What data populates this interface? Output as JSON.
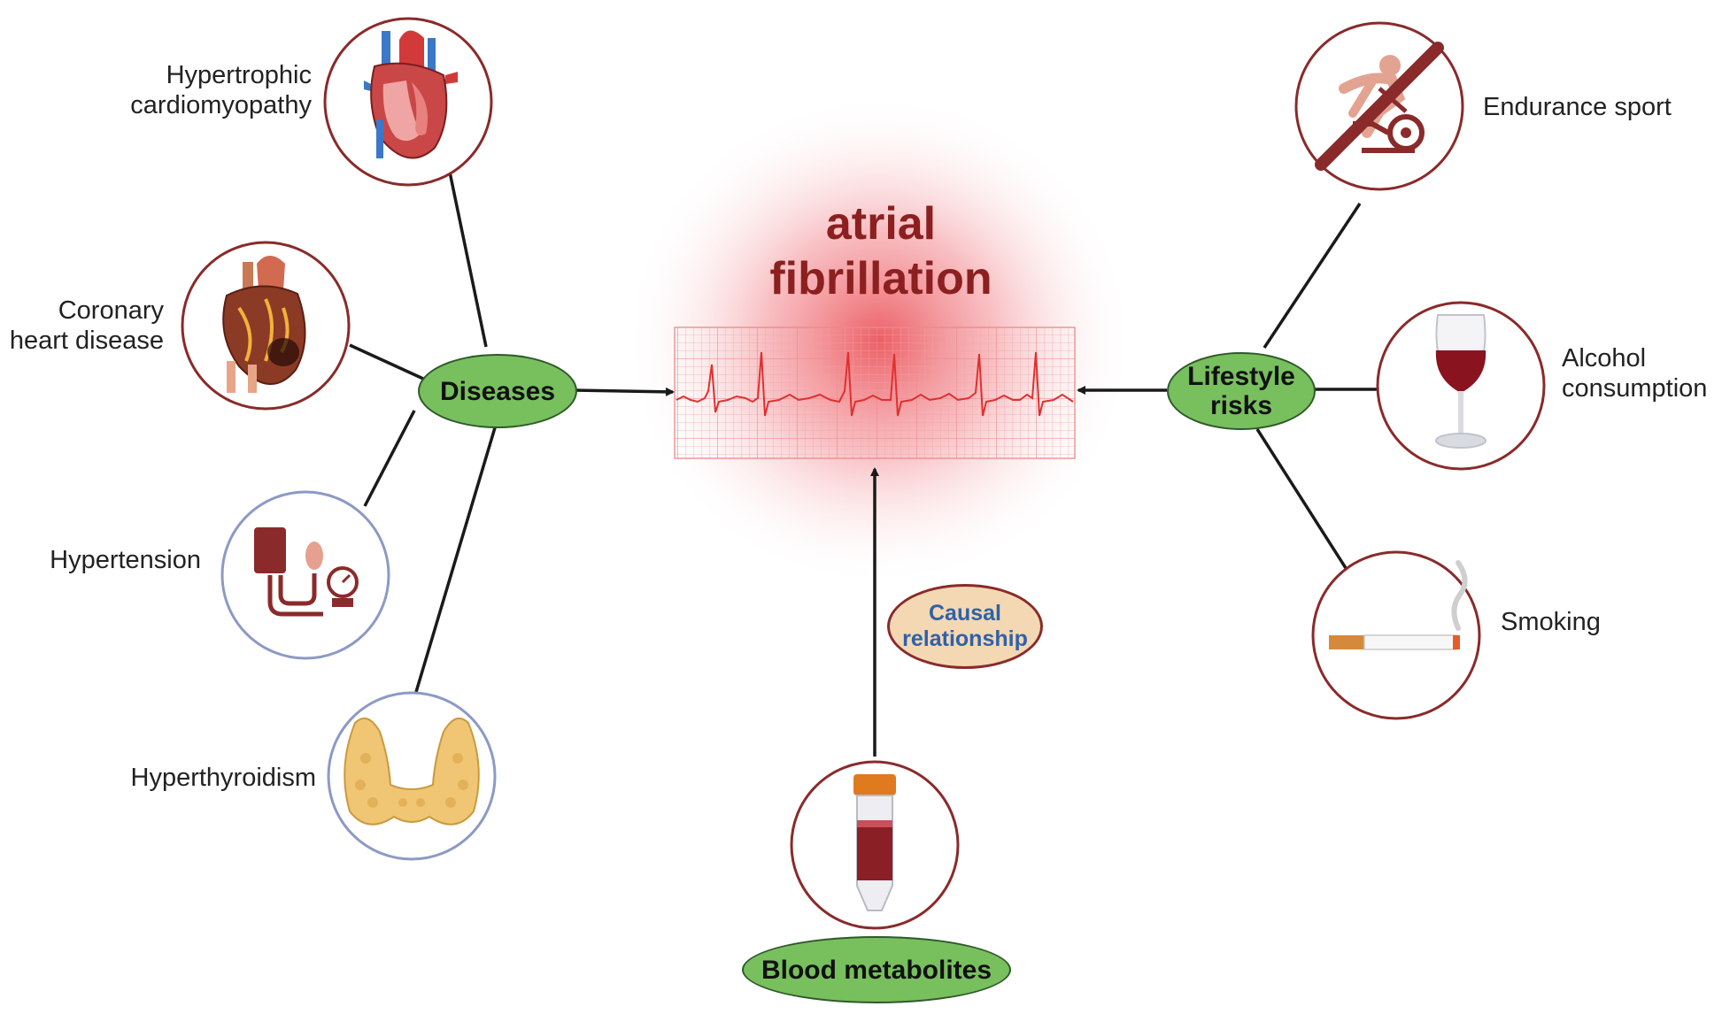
{
  "title": "atrial\nfibrillation",
  "hubs": {
    "diseases": "Diseases",
    "lifestyle": "Lifestyle\nrisks",
    "blood": "Blood metabolites"
  },
  "causal_label": "Causal\nrelationship",
  "diseases": [
    {
      "label": "Hypertrophic\ncardiomyopathy",
      "icon": "heart-anatomy-icon"
    },
    {
      "label": "Coronary\nheart disease",
      "icon": "coronary-heart-icon"
    },
    {
      "label": "Hypertension",
      "icon": "blood-pressure-monitor-icon"
    },
    {
      "label": "Hyperthyroidism",
      "icon": "thyroid-gland-icon"
    }
  ],
  "lifestyle": [
    {
      "label": "Endurance sport",
      "icon": "no-cycling-icon"
    },
    {
      "label": "Alcohol\nconsumption",
      "icon": "wine-glass-icon"
    },
    {
      "label": "Smoking",
      "icon": "cigarette-icon"
    }
  ],
  "blood_icon": "blood-sample-tube-icon",
  "colors": {
    "title": "#8c1f1f",
    "circle_red": "#8a2a2a",
    "circle_blue": "#8c9ac4",
    "hub_fill": "#78bf5e",
    "causal_fill": "#f3d8b3",
    "causal_text": "#3061a8",
    "ecg": "#e0302f"
  }
}
